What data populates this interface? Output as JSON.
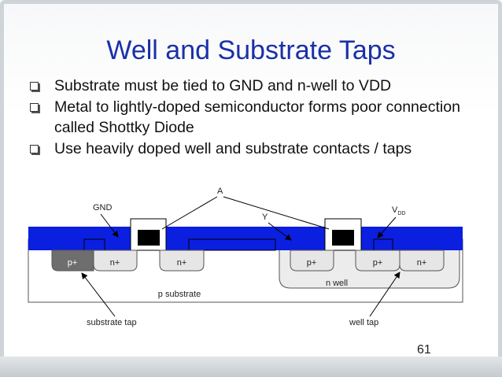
{
  "slide": {
    "title": "Well and Substrate Taps",
    "bullets": [
      "Substrate must be tied to GND and n-well to VDD",
      "Metal to lightly-doped semiconductor forms poor connection called Shottky Diode",
      "Use heavily doped well and substrate contacts / taps"
    ],
    "slide_number": "61"
  },
  "diagram": {
    "labels": {
      "gnd": "GND",
      "vdd_main": "V",
      "vdd_sub": "DD",
      "a": "A",
      "y": "Y",
      "p_substrate": "p substrate",
      "n_well": "n well",
      "substrate_tap": "substrate tap",
      "well_tap": "well tap"
    },
    "regions": {
      "p_plus_1": "p+",
      "n_plus_1": "n+",
      "n_plus_2": "n+",
      "p_plus_2": "p+",
      "p_plus_3": "p+",
      "n_plus_3": "n+"
    },
    "colors": {
      "metal": "#0a1fe0",
      "p_diffusion": "#6e6e6e",
      "n_diffusion": "#e6e6e6",
      "n_well": "#ececec",
      "gate_poly": "#000000"
    }
  }
}
